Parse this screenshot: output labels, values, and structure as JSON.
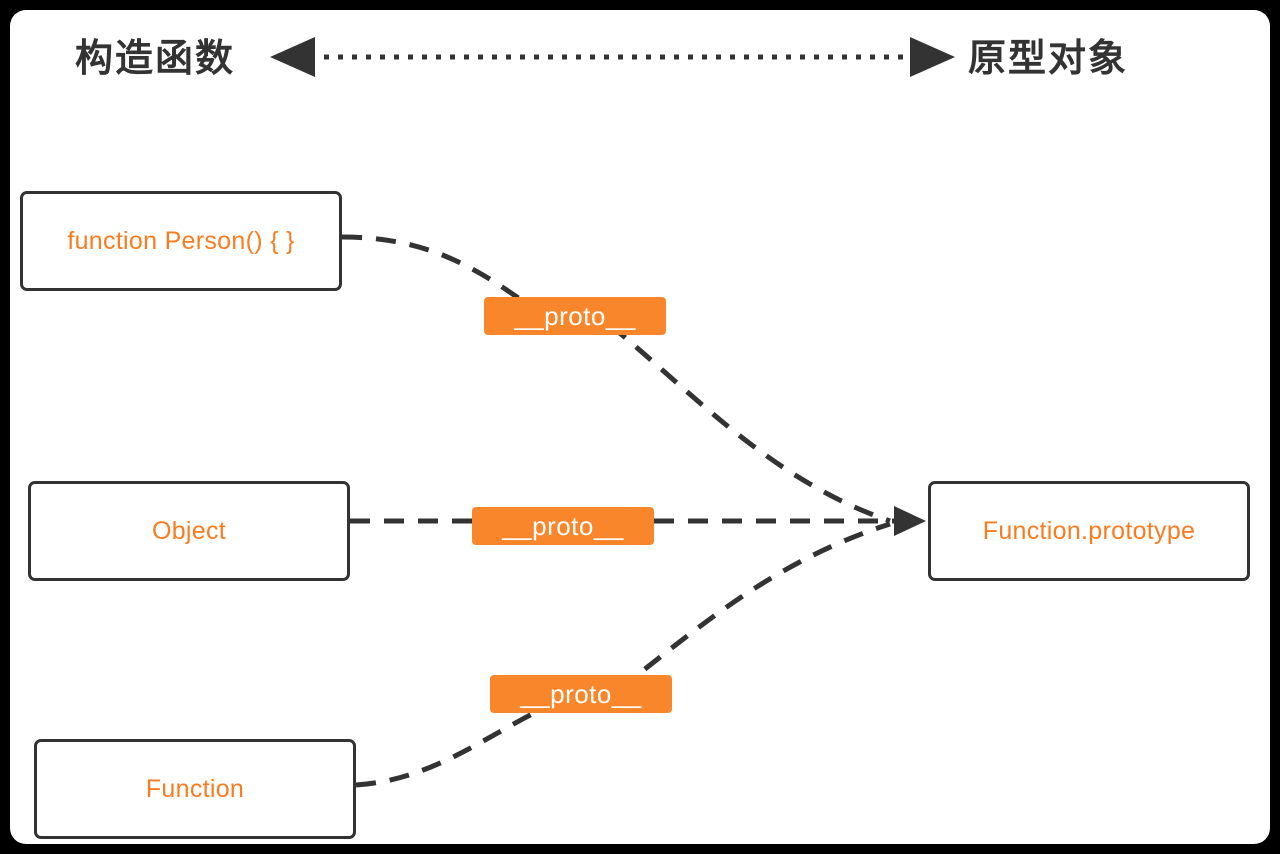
{
  "diagram": {
    "title_left": "构造函数",
    "title_right": "原型对象",
    "top_connector": {
      "name": "bidirectional-dotted-arrow",
      "style": "dotted",
      "arrow_start": true,
      "arrow_end": true
    },
    "accent_color": "#F9862A",
    "text_color": "#F97C20",
    "line_color": "#333333",
    "page_background": "#FFFFFF",
    "outer_background": "#000000",
    "constructors": [
      {
        "id": "person",
        "label": "function Person() { }"
      },
      {
        "id": "object",
        "label": "Object"
      },
      {
        "id": "function",
        "label": "Function"
      }
    ],
    "prototypes": [
      {
        "id": "funproto",
        "label": "Function.prototype"
      }
    ],
    "links": [
      {
        "from": "person",
        "badge": "__proto__",
        "to": "funproto",
        "style": "dashed",
        "arrow_end": true
      },
      {
        "from": "object",
        "badge": "__proto__",
        "to": "funproto",
        "style": "dashed",
        "arrow_end": true
      },
      {
        "from": "function",
        "badge": "__proto__",
        "to": "funproto",
        "style": "dashed",
        "arrow_end": true
      }
    ]
  }
}
